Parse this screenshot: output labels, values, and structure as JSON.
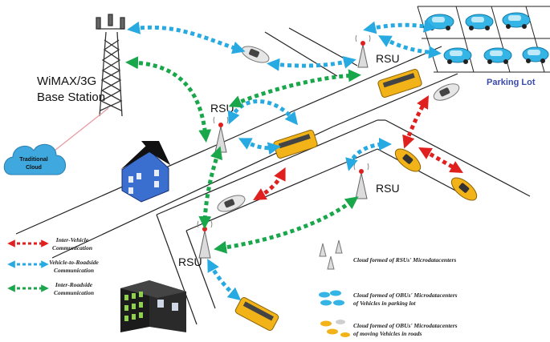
{
  "base_station": {
    "line1": "WiMAX/3G",
    "line2": "Base Station"
  },
  "cloud": {
    "line1": "Traditional",
    "line2": "Cloud"
  },
  "rsu_label": "RSU",
  "parking_lot": "Parking Lot",
  "legend_arrows": [
    {
      "line1": "Inter-Vehicle",
      "line2": "Communication",
      "color": "#e0201e"
    },
    {
      "line1": "Vehicle-to-Roadside",
      "line2": "Communication",
      "color": "#27aae1"
    },
    {
      "line1": "Inter-Roadside",
      "line2": "Communication",
      "color": "#1aa64a"
    }
  ],
  "legend_clouds": [
    {
      "line1": "Cloud formed of RSUs' Microdatacenters",
      "line2": ""
    },
    {
      "line1": "Cloud formed of OBUs' Microdatacenters",
      "line2": "of Vehicles in parking lot"
    },
    {
      "line1": "Cloud formed of OBUs' Microdatacenters",
      "line2": "of moving Vehicles in roads"
    }
  ],
  "colors": {
    "red": "#e0201e",
    "blue": "#27aae1",
    "green": "#1aa64a",
    "bus": "#f2b318",
    "car_blue": "#35b4e6"
  }
}
